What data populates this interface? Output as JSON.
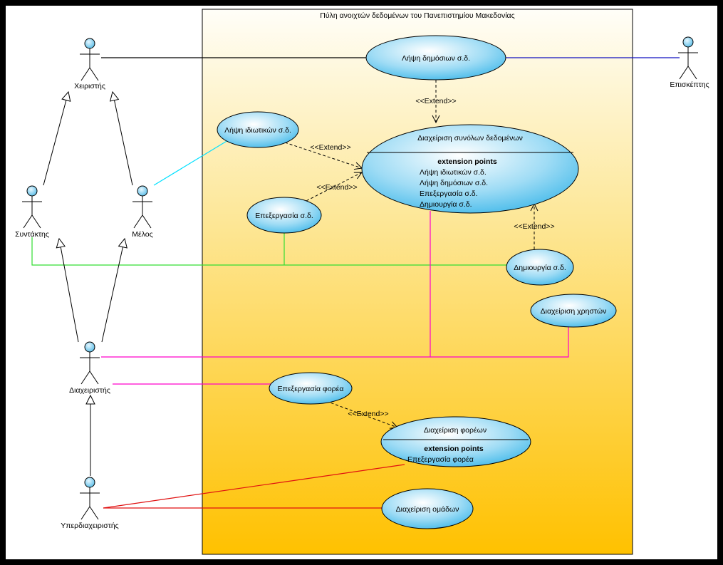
{
  "system": {
    "title": "Πύλη ανοιχτών δεδομένων του Πανεπιστημίου Μακεδονίας"
  },
  "actors": {
    "operator": "Χειριστής",
    "visitor": "Επισκέπτης",
    "editor": "Συντάκτης",
    "member": "Μέλος",
    "admin": "Διαχειριστής",
    "superadmin": "Υπερδιαχειριστής"
  },
  "usecases": {
    "public_get": "Λήψη δημόσιων σ.δ.",
    "private_get": "Λήψη ιδιωτικών σ.δ.",
    "dataset_mgmt": {
      "name": "Διαχείριση συνόλων δεδομένων",
      "ext_title": "extension points",
      "ext_points": [
        "Λήψη ιδιωτικών σ.δ.",
        "Λήψη δημόσιων σ.δ.",
        "Επεξεργασία σ.δ.",
        "Δημιουργία σ.δ."
      ]
    },
    "edit_ds": "Επεξεργασία σ.δ.",
    "create_ds": "Δημιουργία σ.δ.",
    "user_mgmt": "Διαχείριση χρηστών",
    "org_edit": "Επεξεργασία φορέα",
    "org_mgmt": {
      "name": "Διαχείριση φορέων",
      "ext_title": "extension points",
      "ext_points": [
        "Επεξεργασία φορέα"
      ]
    },
    "group_mgmt": "Διαχείριση ομάδων"
  },
  "labels": {
    "extend": "<<Extend>>"
  },
  "colors": {
    "assoc_black": "#000000",
    "assoc_blue": "#1010c0",
    "assoc_cyan": "#00e0ff",
    "assoc_green": "#33dd33",
    "assoc_magenta": "#ff00cc",
    "assoc_red": "#e01010",
    "system_top": "#fffef6",
    "system_bottom": "#ffc000"
  }
}
